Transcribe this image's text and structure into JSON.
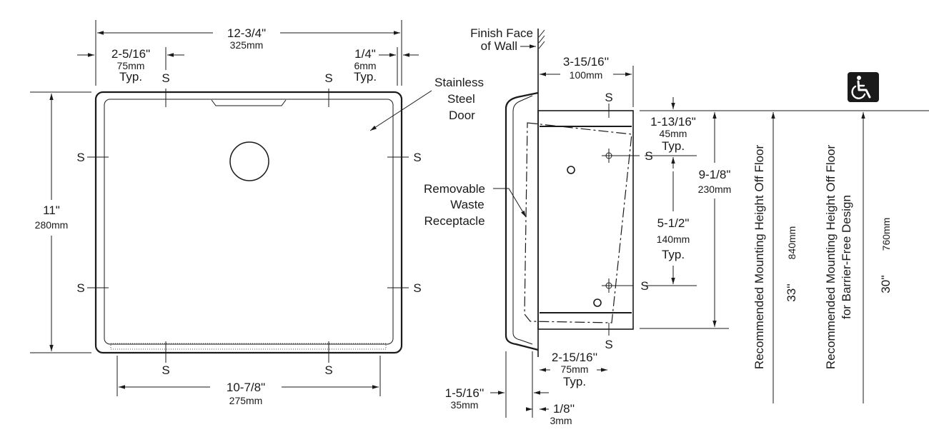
{
  "front_view": {
    "overall_width": {
      "imperial": "12-3/4\"",
      "metric": "325mm"
    },
    "left_offset": {
      "imperial": "2-5/16\"",
      "metric": "75mm",
      "note": "Typ."
    },
    "right_offset": {
      "imperial": "1/4\"",
      "metric": "6mm",
      "note": "Typ."
    },
    "height": {
      "imperial": "11\"",
      "metric": "280mm"
    },
    "bottom_width": {
      "imperial": "10-7/8\"",
      "metric": "275mm"
    },
    "stainless_door_label": [
      "Stainless",
      "Steel",
      "Door"
    ],
    "screw_label": "S"
  },
  "side_view": {
    "finish_face_label": [
      "Finish Face",
      "of Wall"
    ],
    "depth": {
      "imperial": "3-15/16''",
      "metric": "100mm"
    },
    "top_offset": {
      "imperial": "1-13/16\"",
      "metric": "45mm",
      "note": "Typ."
    },
    "overall_height": {
      "imperial": "9-1/8\"",
      "metric": "230mm"
    },
    "screw_spacing": {
      "imperial": "5-1/2\"",
      "metric": "140mm",
      "note": "Typ."
    },
    "receptacle_label": [
      "Removable",
      "Waste",
      "Receptacle"
    ],
    "screw_depth": {
      "imperial": "2-15/16''",
      "metric": "75mm",
      "note": "Typ."
    },
    "projection": {
      "imperial": "1-5/16''",
      "metric": "35mm"
    },
    "flange": {
      "imperial": "1/8''",
      "metric": "3mm"
    }
  },
  "mounting": {
    "standard": {
      "label": "Recommended Mounting Height Off Floor",
      "imperial": "33''",
      "metric": "840mm"
    },
    "accessible": {
      "label_line1": "Recommended Mounting Height Off Floor",
      "label_line2": "for Barrier-Free Design",
      "imperial": "30''",
      "metric": "760mm"
    }
  },
  "icons": {
    "accessibility": "wheelchair-icon"
  }
}
